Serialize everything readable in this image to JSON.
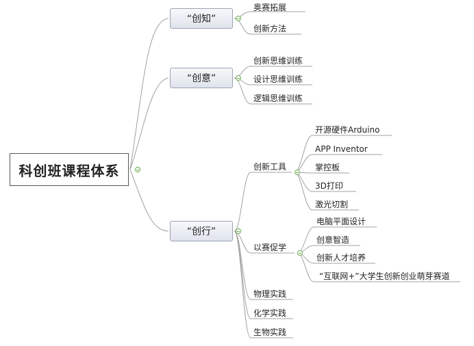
{
  "root": {
    "label": "科创班课程体系"
  },
  "branches": [
    {
      "label": "“创知”",
      "children": [
        "奥赛拓展",
        "创新方法"
      ]
    },
    {
      "label": "“创意”",
      "children": [
        "创新思维训练",
        "设计思维训练",
        "逻辑思维训练"
      ]
    },
    {
      "label": "“创行”",
      "children": [
        "创新工具",
        "以赛促学",
        "物理实践",
        "化学实践",
        "生物实践"
      ],
      "subgroups": {
        "创新工具": [
          "开源硬件Arduino",
          "APP Inventor",
          "掌控板",
          "3D打印",
          "激光切割"
        ],
        "以赛促学": [
          "电脑平面设计",
          "创意智造",
          "创新人才培养",
          "“互联网+”大学生创新创业萌芽赛道"
        ]
      }
    }
  ],
  "colors": {
    "line": "#9a9a9a",
    "collapse": "#6aa84f"
  }
}
